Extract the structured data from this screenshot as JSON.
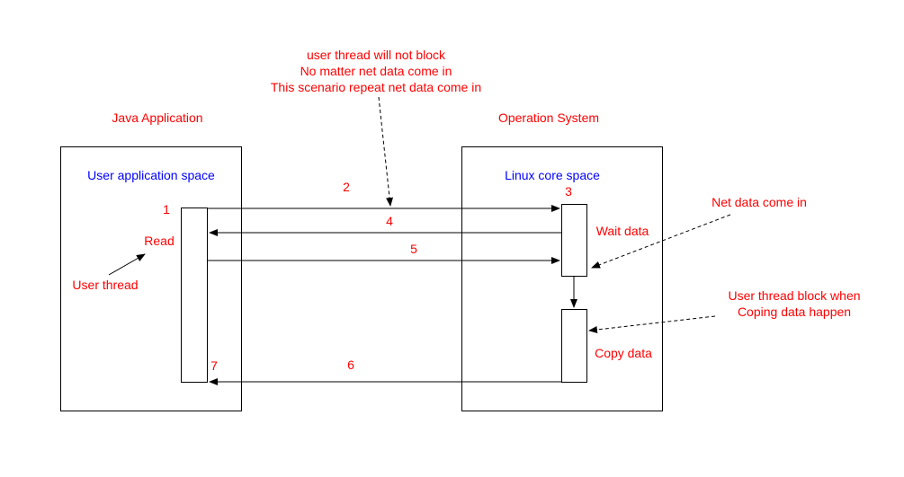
{
  "colors": {
    "annotation": "#ff0000",
    "space_label": "#0000ff",
    "line": "#000000"
  },
  "labels": {
    "java_application": "Java Application",
    "operation_system": "Operation System",
    "user_application_space": "User application space",
    "linux_core_space": "Linux core space",
    "read": "Read",
    "user_thread": "User thread",
    "wait_data": "Wait data",
    "copy_data": "Copy data",
    "net_data_come_in": "Net data come in",
    "block_note": [
      "User thread block when",
      "Coping data happen"
    ],
    "top_note": [
      "user thread will not block",
      "No matter net data come in",
      "This  scenario repeat net data come in"
    ]
  },
  "steps": {
    "s1": "1",
    "s2": "2",
    "s3": "3",
    "s4": "4",
    "s5": "5",
    "s6": "6",
    "s7": "7"
  }
}
